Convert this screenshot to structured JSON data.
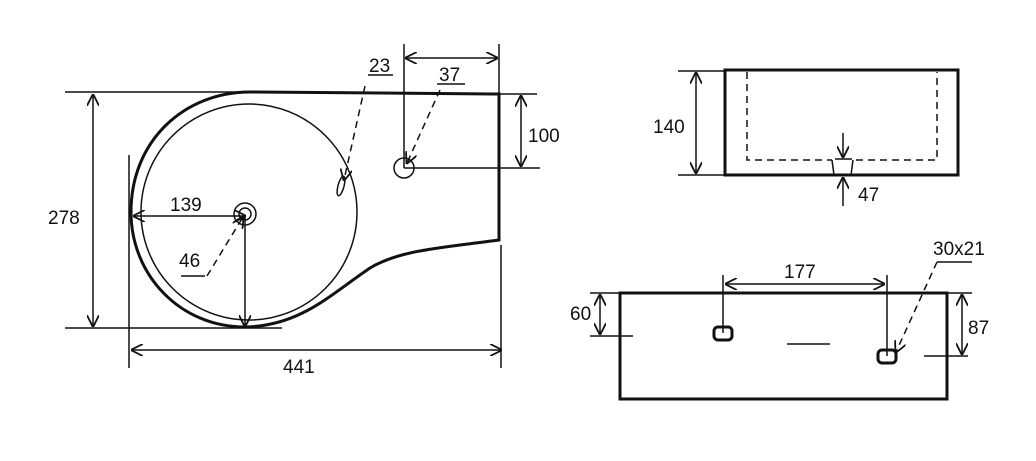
{
  "title": "Washbasin technical drawing",
  "top_view": {
    "overall_height": "278",
    "overall_width": "441",
    "drain_offset": "139",
    "drain_diameter": "46",
    "overflow_size": "23",
    "tap_hole_diameter": "37",
    "tap_offset_top": "100"
  },
  "side_view": {
    "height": "140",
    "bottom_thickness": "47"
  },
  "back_view": {
    "bracket_spacing": "177",
    "bracket_hole_size": "30x21",
    "left_height": "60",
    "right_height": "87"
  }
}
